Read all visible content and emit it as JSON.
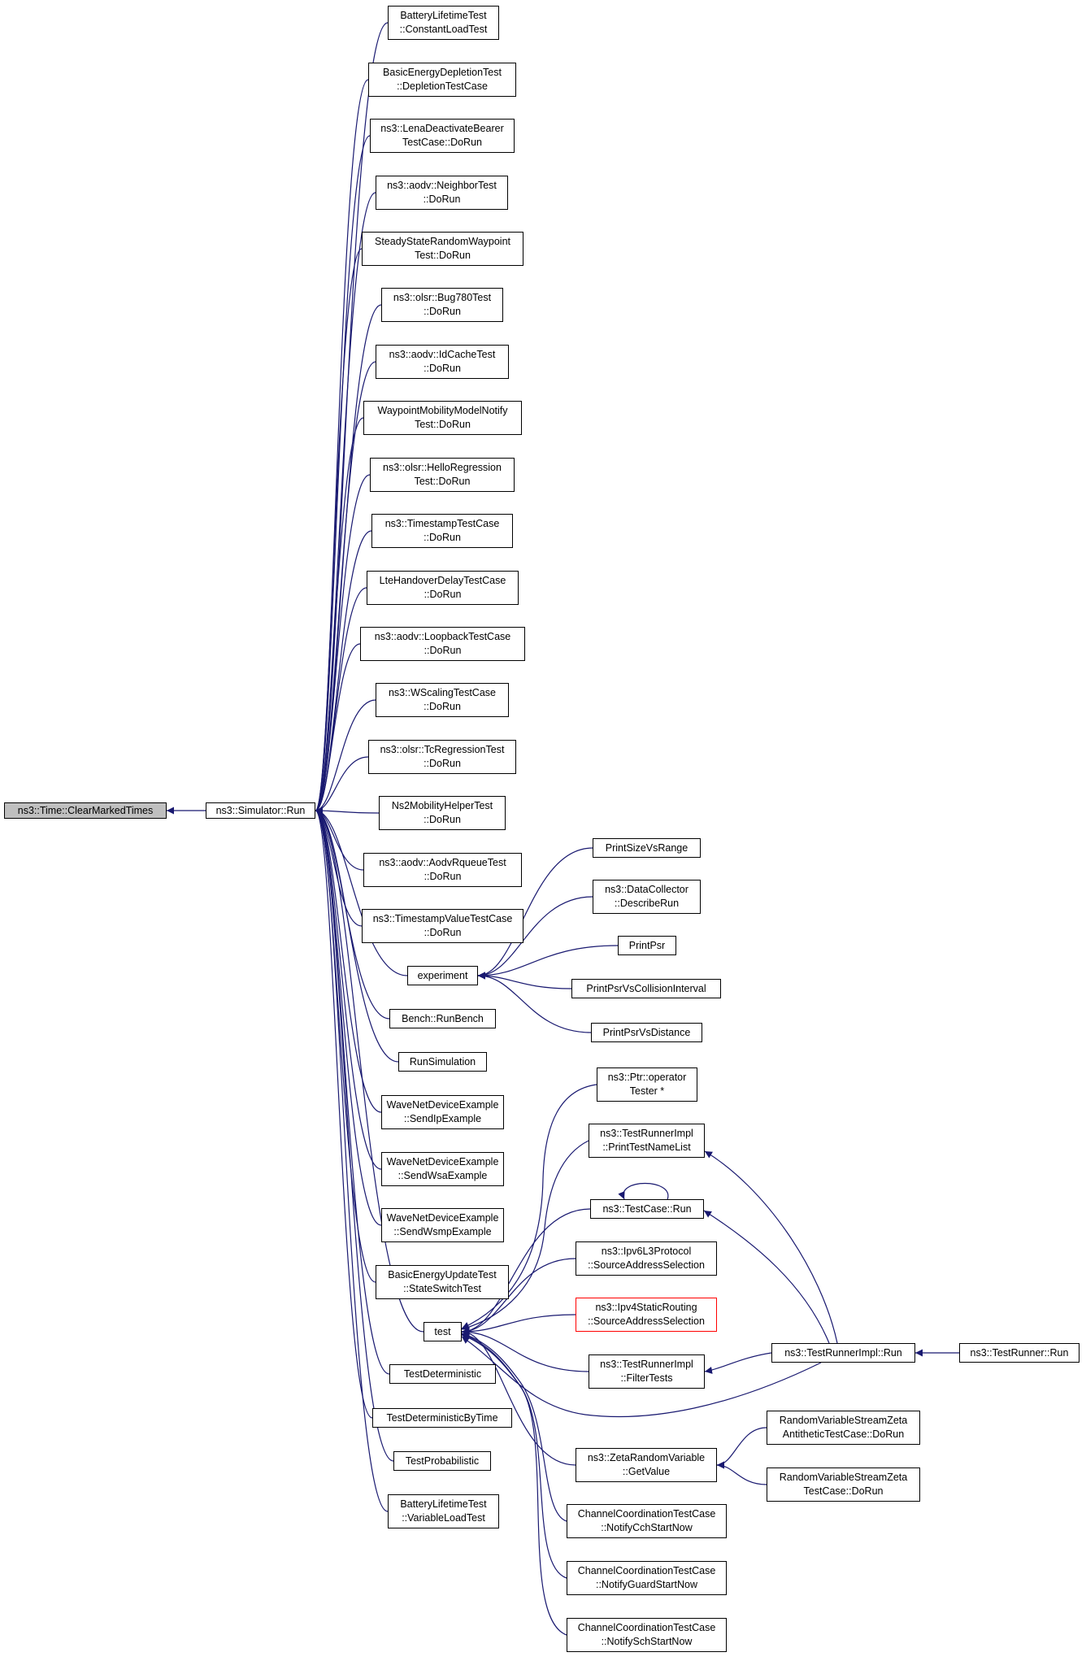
{
  "graph": {
    "edge_color": "#191970",
    "node_border_color": "#000000",
    "root_fill": "#bfbfbf",
    "incomplete_border_color": "#ff0000",
    "nodes": [
      {
        "id": "clear",
        "lines": [
          "ns3::Time::ClearMarkedTimes"
        ],
        "root": true
      },
      {
        "id": "simrun",
        "lines": [
          "ns3::Simulator::Run"
        ]
      },
      {
        "id": "n1",
        "lines": [
          "BatteryLifetimeTest",
          "::ConstantLoadTest"
        ]
      },
      {
        "id": "n2",
        "lines": [
          "BasicEnergyDepletionTest",
          "::DepletionTestCase"
        ]
      },
      {
        "id": "n3",
        "lines": [
          "ns3::LenaDeactivateBearer",
          "TestCase::DoRun"
        ]
      },
      {
        "id": "n4",
        "lines": [
          "ns3::aodv::NeighborTest",
          "::DoRun"
        ]
      },
      {
        "id": "n5",
        "lines": [
          "SteadyStateRandomWaypoint",
          "Test::DoRun"
        ]
      },
      {
        "id": "n6",
        "lines": [
          "ns3::olsr::Bug780Test",
          "::DoRun"
        ]
      },
      {
        "id": "n7",
        "lines": [
          "ns3::aodv::IdCacheTest",
          "::DoRun"
        ]
      },
      {
        "id": "n8",
        "lines": [
          "WaypointMobilityModelNotify",
          "Test::DoRun"
        ]
      },
      {
        "id": "n9",
        "lines": [
          "ns3::olsr::HelloRegression",
          "Test::DoRun"
        ]
      },
      {
        "id": "n10",
        "lines": [
          "ns3::TimestampTestCase",
          "::DoRun"
        ]
      },
      {
        "id": "n11",
        "lines": [
          "LteHandoverDelayTestCase",
          "::DoRun"
        ]
      },
      {
        "id": "n12",
        "lines": [
          "ns3::aodv::LoopbackTestCase",
          "::DoRun"
        ]
      },
      {
        "id": "n13",
        "lines": [
          "ns3::WScalingTestCase",
          "::DoRun"
        ]
      },
      {
        "id": "n14",
        "lines": [
          "ns3::olsr::TcRegressionTest",
          "::DoRun"
        ]
      },
      {
        "id": "n15",
        "lines": [
          "Ns2MobilityHelperTest",
          "::DoRun"
        ]
      },
      {
        "id": "n16",
        "lines": [
          "ns3::aodv::AodvRqueueTest",
          "::DoRun"
        ]
      },
      {
        "id": "n17",
        "lines": [
          "ns3::TimestampValueTestCase",
          "::DoRun"
        ]
      },
      {
        "id": "experiment",
        "lines": [
          "experiment"
        ]
      },
      {
        "id": "bench",
        "lines": [
          "Bench::RunBench"
        ]
      },
      {
        "id": "runsim",
        "lines": [
          "RunSimulation"
        ]
      },
      {
        "id": "wave1",
        "lines": [
          "WaveNetDeviceExample",
          "::SendIpExample"
        ]
      },
      {
        "id": "wave2",
        "lines": [
          "WaveNetDeviceExample",
          "::SendWsaExample"
        ]
      },
      {
        "id": "wave3",
        "lines": [
          "WaveNetDeviceExample",
          "::SendWsmpExample"
        ]
      },
      {
        "id": "beut",
        "lines": [
          "BasicEnergyUpdateTest",
          "::StateSwitchTest"
        ]
      },
      {
        "id": "test",
        "lines": [
          "test"
        ]
      },
      {
        "id": "tdet",
        "lines": [
          "TestDeterministic"
        ]
      },
      {
        "id": "tdettime",
        "lines": [
          "TestDeterministicByTime"
        ]
      },
      {
        "id": "tprob",
        "lines": [
          "TestProbabilistic"
        ]
      },
      {
        "id": "battvar",
        "lines": [
          "BatteryLifetimeTest",
          "::VariableLoadTest"
        ]
      },
      {
        "id": "psvr",
        "lines": [
          "PrintSizeVsRange"
        ]
      },
      {
        "id": "dcdr",
        "lines": [
          "ns3::DataCollector",
          "::DescribeRun"
        ]
      },
      {
        "id": "ppsr",
        "lines": [
          "PrintPsr"
        ]
      },
      {
        "id": "ppci",
        "lines": [
          "PrintPsrVsCollisionInterval"
        ]
      },
      {
        "id": "ppvd",
        "lines": [
          "PrintPsrVsDistance"
        ]
      },
      {
        "id": "ptrop",
        "lines": [
          "ns3::Ptr::operator",
          "Tester *"
        ]
      },
      {
        "id": "trptnl",
        "lines": [
          "ns3::TestRunnerImpl",
          "::PrintTestNameList"
        ]
      },
      {
        "id": "tcrun",
        "lines": [
          "ns3::TestCase::Run"
        ]
      },
      {
        "id": "ipv6sas",
        "lines": [
          "ns3::Ipv6L3Protocol",
          "::SourceAddressSelection"
        ]
      },
      {
        "id": "ipv4sas",
        "lines": [
          "ns3::Ipv4StaticRouting",
          "::SourceAddressSelection"
        ],
        "incomplete": true
      },
      {
        "id": "trft",
        "lines": [
          "ns3::TestRunnerImpl",
          "::FilterTests"
        ]
      },
      {
        "id": "zrvgv",
        "lines": [
          "ns3::ZetaRandomVariable",
          "::GetValue"
        ]
      },
      {
        "id": "cc1",
        "lines": [
          "ChannelCoordinationTestCase",
          "::NotifyCchStartNow"
        ]
      },
      {
        "id": "cc2",
        "lines": [
          "ChannelCoordinationTestCase",
          "::NotifyGuardStartNow"
        ]
      },
      {
        "id": "cc3",
        "lines": [
          "ChannelCoordinationTestCase",
          "::NotifySchStartNow"
        ]
      },
      {
        "id": "trirun",
        "lines": [
          "ns3::TestRunnerImpl::Run"
        ]
      },
      {
        "id": "trrun",
        "lines": [
          "ns3::TestRunner::Run"
        ]
      },
      {
        "id": "rvzeta1",
        "lines": [
          "RandomVariableStreamZeta",
          "AntitheticTestCase::DoRun"
        ]
      },
      {
        "id": "rvzeta2",
        "lines": [
          "RandomVariableStreamZeta",
          "TestCase::DoRun"
        ]
      }
    ],
    "edges": [
      [
        "simrun",
        "clear"
      ],
      [
        "n1",
        "simrun"
      ],
      [
        "n2",
        "simrun"
      ],
      [
        "n3",
        "simrun"
      ],
      [
        "n4",
        "simrun"
      ],
      [
        "n5",
        "simrun"
      ],
      [
        "n6",
        "simrun"
      ],
      [
        "n7",
        "simrun"
      ],
      [
        "n8",
        "simrun"
      ],
      [
        "n9",
        "simrun"
      ],
      [
        "n10",
        "simrun"
      ],
      [
        "n11",
        "simrun"
      ],
      [
        "n12",
        "simrun"
      ],
      [
        "n13",
        "simrun"
      ],
      [
        "n14",
        "simrun"
      ],
      [
        "n15",
        "simrun"
      ],
      [
        "n16",
        "simrun"
      ],
      [
        "n17",
        "simrun"
      ],
      [
        "experiment",
        "simrun"
      ],
      [
        "bench",
        "simrun"
      ],
      [
        "runsim",
        "simrun"
      ],
      [
        "wave1",
        "simrun"
      ],
      [
        "wave2",
        "simrun"
      ],
      [
        "wave3",
        "simrun"
      ],
      [
        "beut",
        "simrun"
      ],
      [
        "test",
        "simrun"
      ],
      [
        "tdet",
        "simrun"
      ],
      [
        "tdettime",
        "simrun"
      ],
      [
        "tprob",
        "simrun"
      ],
      [
        "battvar",
        "simrun"
      ],
      [
        "psvr",
        "experiment"
      ],
      [
        "dcdr",
        "experiment"
      ],
      [
        "ppsr",
        "experiment"
      ],
      [
        "ppci",
        "experiment"
      ],
      [
        "ppvd",
        "experiment"
      ],
      [
        "ptrop",
        "test"
      ],
      [
        "trptnl",
        "test"
      ],
      [
        "tcrun",
        "test"
      ],
      [
        "ipv6sas",
        "test"
      ],
      [
        "ipv4sas",
        "test"
      ],
      [
        "trft",
        "test"
      ],
      [
        "trirun",
        "test"
      ],
      [
        "zrvgv",
        "test"
      ],
      [
        "cc1",
        "test"
      ],
      [
        "cc2",
        "test"
      ],
      [
        "cc3",
        "test"
      ],
      [
        "tcrun",
        "tcrun"
      ],
      [
        "trirun",
        "trptnl"
      ],
      [
        "trirun",
        "tcrun"
      ],
      [
        "trirun",
        "trft"
      ],
      [
        "trrun",
        "trirun"
      ],
      [
        "rvzeta1",
        "zrvgv"
      ],
      [
        "rvzeta2",
        "zrvgv"
      ]
    ]
  }
}
